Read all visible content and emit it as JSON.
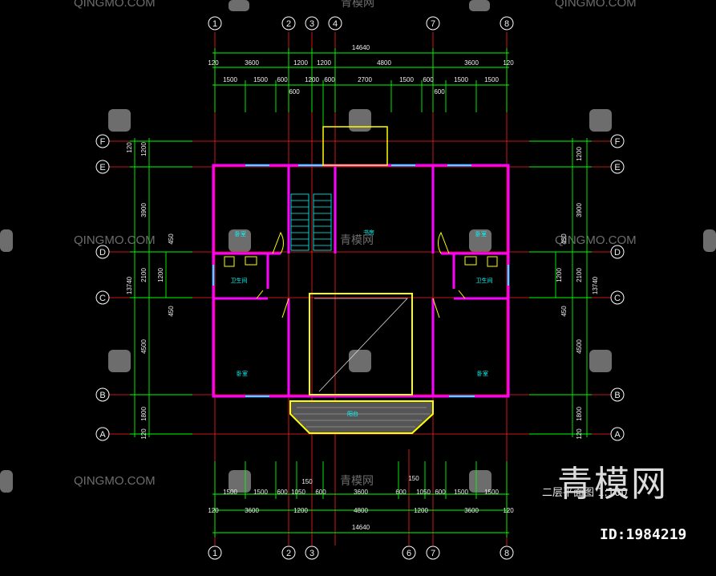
{
  "drawing": {
    "plan_title": "二层平面图 1:100",
    "brand_mark": "青模网",
    "id_label": "ID:1984219",
    "watermark_en": "QINGMO.COM",
    "watermark_cn": "青模网"
  },
  "axes": {
    "top": [
      "1",
      "2",
      "3",
      "4",
      "7",
      "8"
    ],
    "bottom": [
      "1",
      "2",
      "3",
      "6",
      "7",
      "8"
    ],
    "left": [
      "F",
      "E",
      "D",
      "C",
      "B",
      "A"
    ],
    "right": [
      "F",
      "E",
      "D",
      "C",
      "B",
      "A"
    ]
  },
  "dims_top": {
    "total": "14640",
    "row1": [
      "120",
      "3600",
      "1200",
      "1200",
      "4800",
      "3600",
      "120"
    ],
    "row2": [
      "1500",
      "1500",
      "600",
      "1200",
      "600",
      "2700",
      "1500",
      "600",
      "1500",
      "1500"
    ],
    "extra": [
      "600",
      "600"
    ]
  },
  "dims_bottom": {
    "total": "14640",
    "row1": [
      "120",
      "3600",
      "1200",
      "4800",
      "1200",
      "3600",
      "120"
    ],
    "row2": [
      "1500",
      "1500",
      "600",
      "1050",
      "600",
      "3600",
      "600",
      "1050",
      "600",
      "1500",
      "1500"
    ],
    "extra": [
      "150",
      "150"
    ]
  },
  "dims_left": {
    "total": "13740",
    "row1": [
      "120",
      "1200",
      "3900",
      "2100",
      "4500",
      "1800",
      "120"
    ],
    "inner": [
      "450",
      "1200",
      "450"
    ]
  },
  "dims_right": {
    "total": "13740",
    "row1": [
      "1200",
      "3900",
      "2100",
      "4500",
      "1800",
      "120"
    ],
    "inner": [
      "450",
      "1200",
      "450"
    ]
  },
  "rooms": [
    "卧室",
    "书房",
    "卧室",
    "卧室",
    "卧室",
    "卫生间",
    "卫生间",
    "阳台"
  ],
  "colors": {
    "background": "#000000",
    "dimension": "#00ff00",
    "axis_line": "#ff2020",
    "wall": "#ff00ff",
    "window": "#00ffff",
    "balcony": "#ffff00",
    "text": "#ffffff"
  }
}
